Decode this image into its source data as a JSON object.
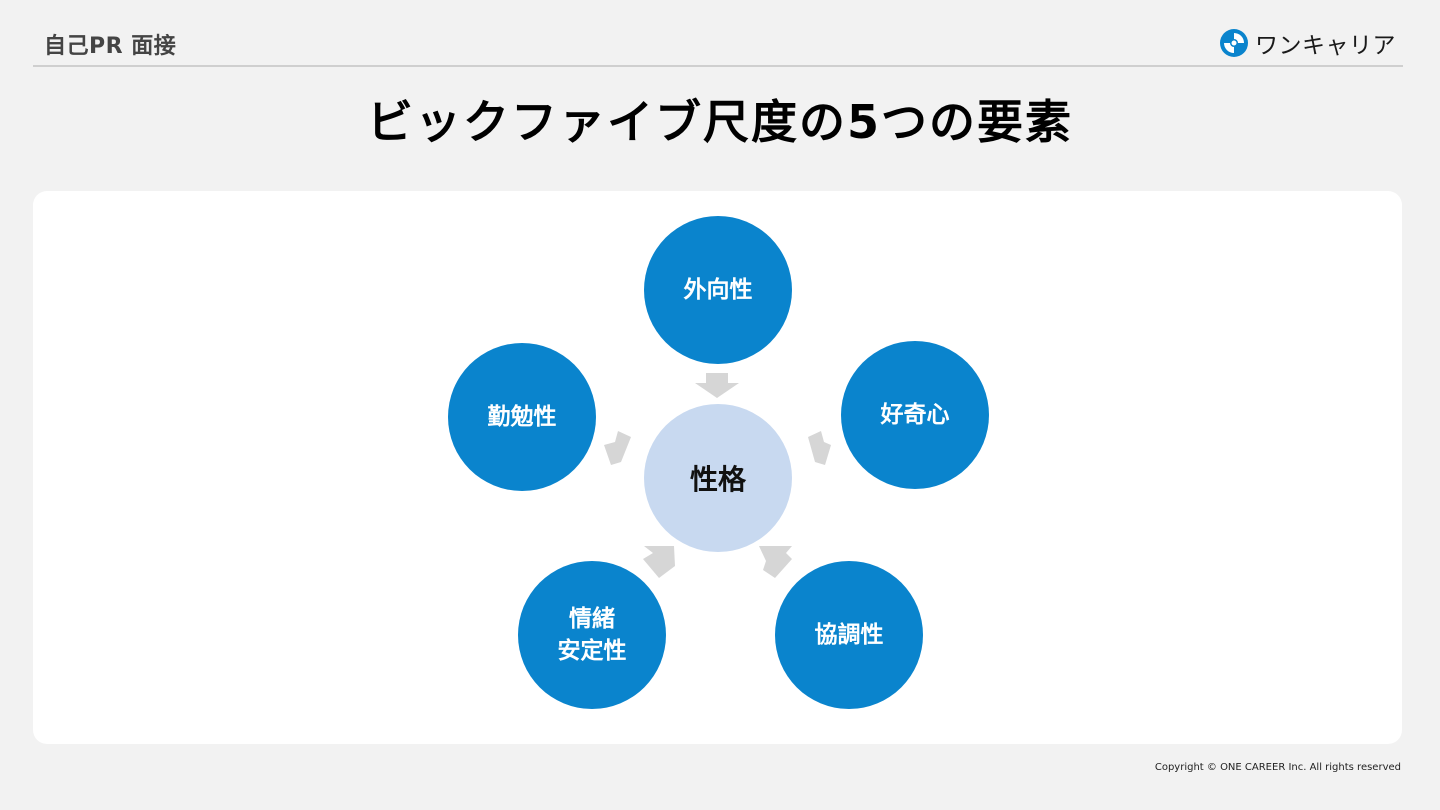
{
  "header": {
    "label": "自己PR 面接",
    "logo_text": "ワンキャリア"
  },
  "title": "ビックファイブ尺度の5つの要素",
  "diagram": {
    "center": "性格",
    "factors": [
      "外向性",
      "好奇心",
      "協調性",
      "情緒\n安定性",
      "勤勉性"
    ]
  },
  "colors": {
    "outer_node": "#0a84cd",
    "center_node": "#c8d9f0",
    "arrow": "#d6d6d6",
    "background": "#f2f2f2",
    "panel": "#ffffff"
  },
  "footer": {
    "copyright": "Copyright © ONE CAREER Inc. All rights reserved"
  }
}
